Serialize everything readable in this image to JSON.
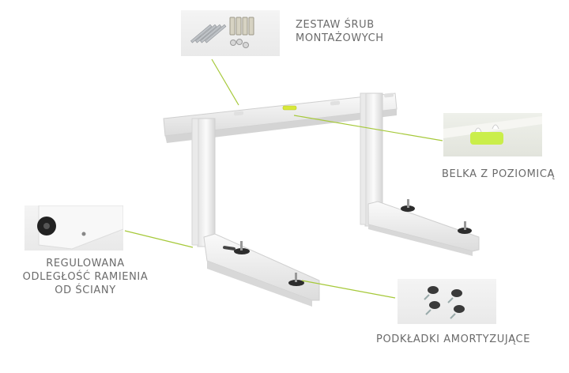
{
  "product": {
    "subject": "air-conditioner wall bracket",
    "main_color": "#f2f2f2",
    "accent_line_color": "#a6c93a"
  },
  "callouts": [
    {
      "id": "screws",
      "label": "ZESTAW ŚRUB\nMONTAŻOWYCH",
      "inset": "screw-set-photo"
    },
    {
      "id": "level",
      "label": "BELKA Z POZIOMICĄ",
      "inset": "spirit-level-photo"
    },
    {
      "id": "arm",
      "label": "REGULOWANA\nODLEGŁOŚĆ RAMIENIA\nOD ŚCIANY",
      "inset": "adjustable-arm-photo"
    },
    {
      "id": "pads",
      "label": "PODKŁADKI AMORTYZUJĄCE",
      "inset": "damping-pads-photo"
    }
  ]
}
